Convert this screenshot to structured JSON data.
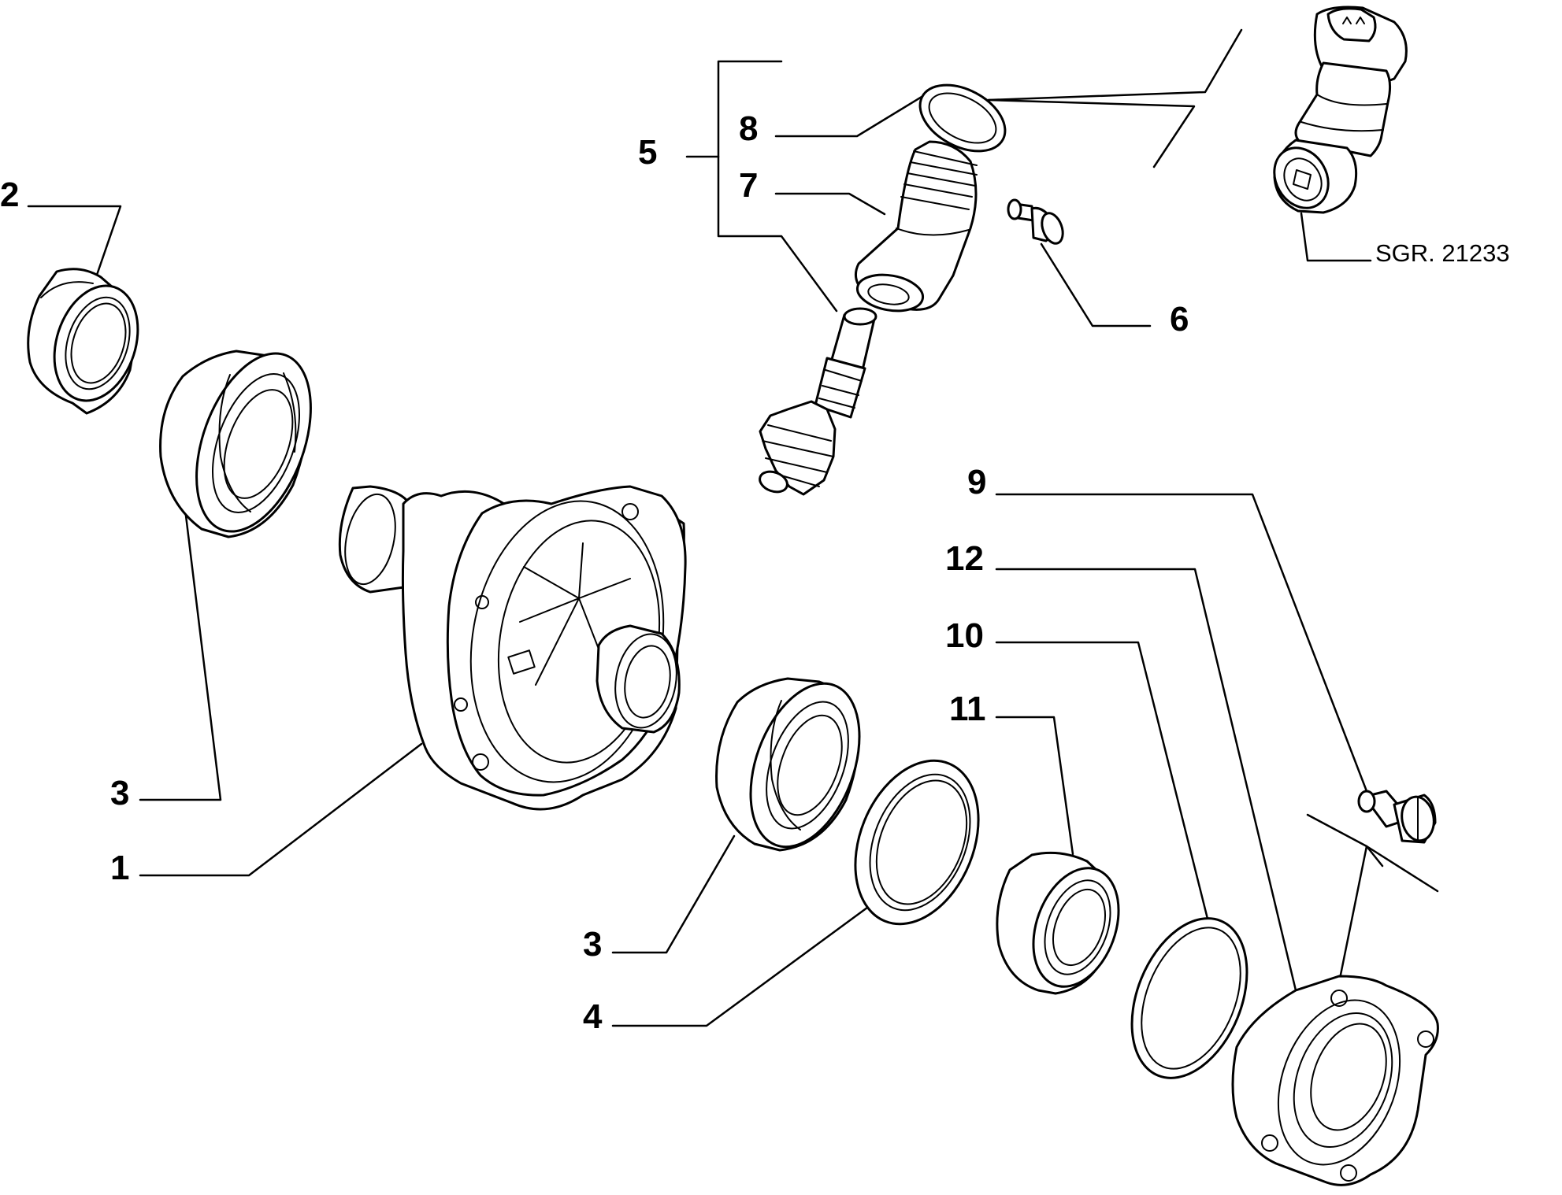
{
  "diagram": {
    "reference": "SGR. 21233",
    "callouts": {
      "c1": "1",
      "c2": "2",
      "c3a": "3",
      "c3b": "3",
      "c4": "4",
      "c5": "5",
      "c6": "6",
      "c7": "7",
      "c8": "8",
      "c9": "9",
      "c10": "10",
      "c11": "11",
      "c12": "12"
    }
  }
}
